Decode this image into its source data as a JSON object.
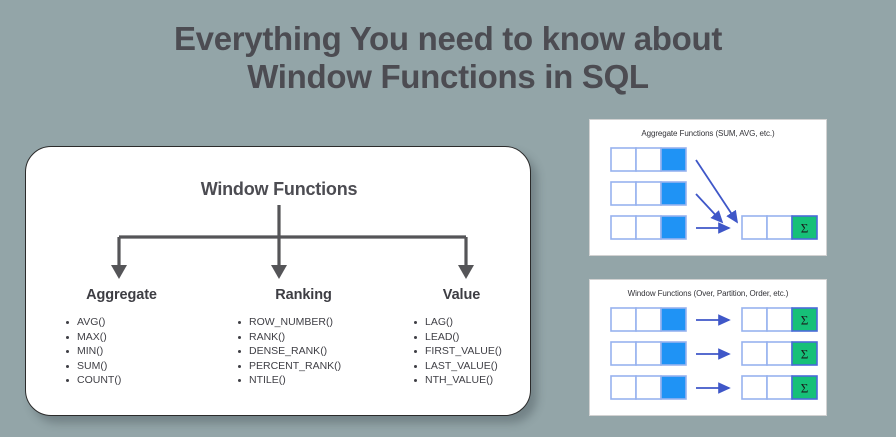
{
  "title": {
    "line1": "Everything You need to know about",
    "line2": "Window Functions in SQL"
  },
  "main_card": {
    "heading": "Window Functions",
    "categories": [
      {
        "name": "Aggregate",
        "items": [
          "AVG()",
          "MAX()",
          "MIN()",
          "SUM()",
          "COUNT()"
        ]
      },
      {
        "name": "Ranking",
        "items": [
          "ROW_NUMBER()",
          "RANK()",
          "DENSE_RANK()",
          "PERCENT_RANK()",
          "NTILE()"
        ]
      },
      {
        "name": "Value",
        "items": [
          "LAG()",
          "LEAD()",
          "FIRST_VALUE()",
          "LAST_VALUE()",
          "NTH_VALUE()"
        ]
      }
    ]
  },
  "panels": [
    {
      "caption": "Aggregate Functions (SUM, AVG, etc.)",
      "input_rows": 3,
      "output_rows": 1,
      "cells_per_row": 3,
      "highlight_cell_index": 2,
      "output_symbol": "Σ",
      "mapping": "many-to-one"
    },
    {
      "caption": "Window Functions (Over, Partition, Order, etc.)",
      "input_rows": 3,
      "output_rows": 3,
      "cells_per_row": 3,
      "highlight_cell_index": 2,
      "output_symbol": "Σ",
      "mapping": "one-to-one"
    }
  ],
  "colors": {
    "background": "#93a5a8",
    "title_text": "#4c4c52",
    "card_background": "#ffffff",
    "cell_highlight_blue": "#1f93f5",
    "cell_border_blue": "#97b2ee",
    "arrow_blue": "#3f57c8",
    "sigma_green": "#16c078",
    "tree_line": "#555558"
  }
}
